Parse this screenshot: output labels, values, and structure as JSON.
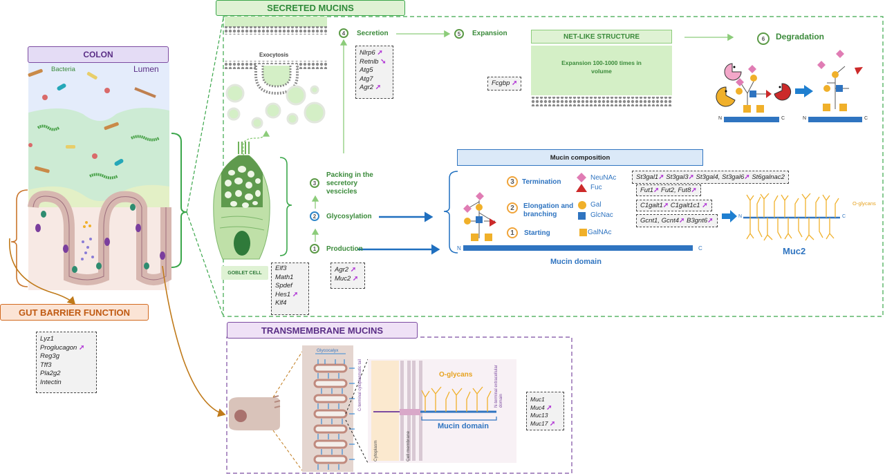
{
  "colon": {
    "title": "COLON",
    "bacteria": "Bacteria",
    "lumen": "Lumen"
  },
  "gut_barrier": {
    "title": "GUT BARRIER FUNCTION",
    "genes": [
      "Lyz1",
      "Proglucagon",
      "Reg3g",
      "Tff3",
      "Pla2g2",
      "Intectin"
    ]
  },
  "secreted": {
    "title": "SECRETED MUCINS",
    "exocytosis": "Exocytosis",
    "goblet_cell": "GOBLET CELL",
    "goblet_genes": [
      "Elf3",
      "Math1",
      "Spdef",
      "Hes1",
      "Klf4"
    ],
    "production_genes": [
      "Agr2",
      "Muc2"
    ],
    "secretion_genes": [
      "Nlrp6",
      "Retnlb",
      "Atg5",
      "Atg7",
      "Agr2"
    ],
    "fcgbp": "Fcgbp",
    "steps": {
      "production": {
        "num": "1",
        "label": "Production"
      },
      "glycosylation": {
        "num": "2",
        "label": "Glycosylation"
      },
      "packing": {
        "num": "3",
        "label": "Packing in the secretory vescicles"
      },
      "secretion": {
        "num": "4",
        "label": "Secretion"
      },
      "expansion": {
        "num": "5",
        "label": "Expansion"
      },
      "degradation": {
        "num": "6",
        "label": "Degradation"
      }
    },
    "net_like": "NET-LIKE STRUCTURE",
    "expansion_text": "Expansion 100-1000 times in volume",
    "n_term": "N",
    "c_term": "C"
  },
  "composition": {
    "title": "Mucin composition",
    "termination": {
      "num": "3",
      "label": "Termination"
    },
    "elongation": {
      "num": "2",
      "label": "Elongation and branching"
    },
    "starting": {
      "num": "1",
      "label": "Starting"
    },
    "sugars": {
      "neunac": "NeuNAc",
      "fuc": "Fuc",
      "gal": "Gal",
      "glcnac": "GlcNac",
      "galnac": "GalNAc"
    },
    "gene_lines": {
      "neunac": [
        "St3gal1",
        "St3gal3",
        "St3gal4",
        "St3gal6",
        "St6galnac2"
      ],
      "fuc": [
        "Fut1",
        "Fut2",
        "Fut8"
      ],
      "gal": [
        "C1galt1",
        "C1galt1c1"
      ],
      "glcnac": [
        "Gcnt1",
        "Gcnt4",
        "B3gnt6"
      ]
    },
    "mucin_domain": "Mucin domain",
    "o_glycans": "O-glycans",
    "muc2": "Muc2"
  },
  "transmembrane": {
    "title": "TRANSMEMBRANE MUCINS",
    "glycocalyx": "Glycocalyx",
    "o_glycans": "O-glycans",
    "mucin_domain": "Mucin domain",
    "c_terminal": "C-terminal cytoplasmatic tail",
    "n_terminal": "N-terminal extracellular domain",
    "cytoplasm": "Cytoplasm",
    "cell_membrane": "Cell membrane",
    "genes": [
      "Muc1",
      "Muc4",
      "Muc13",
      "Muc17"
    ]
  },
  "upregulated_marker": "➚",
  "colors": {
    "green_accent": "#3f9d3a",
    "orange_accent": "#d2691e",
    "purple_accent": "#6c2c91",
    "blue_accent": "#2f74c0",
    "up_arrow": "#b23ad6"
  }
}
